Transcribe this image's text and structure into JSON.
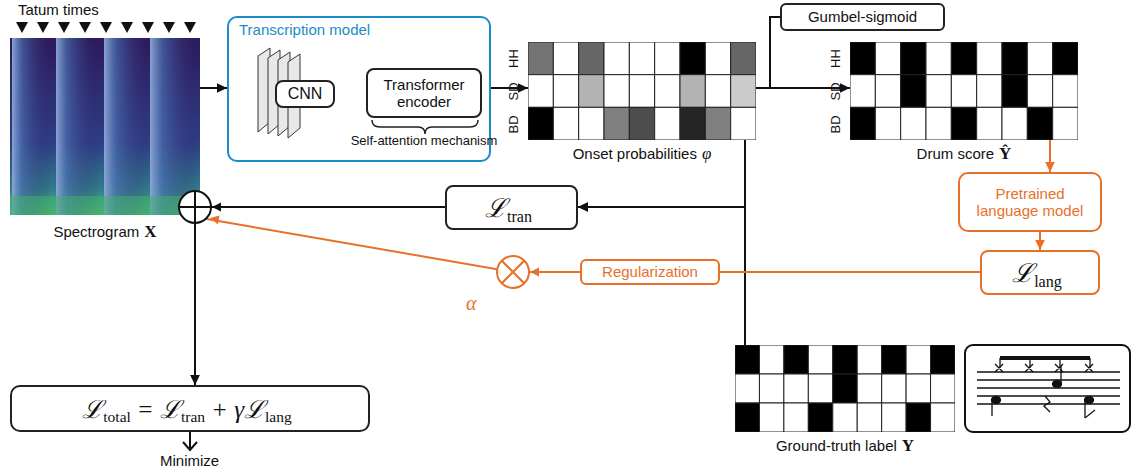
{
  "diagram": {
    "nodes": [
      {
        "text": [
          "Spectrogram",
          "X"
        ]
      },
      {
        "text": [
          "Transcription model"
        ]
      },
      {
        "text": [
          "CNN"
        ],
        "in": 1
      },
      {
        "text": [
          "Transformer encoder",
          "Self-attention mechanism"
        ],
        "in": 1
      },
      {
        "text": [
          "Onset probabilities",
          "φ"
        ]
      },
      {
        "text": [
          "Gumbel-sigmoid"
        ]
      },
      {
        "text": [
          "Drum score",
          "Ŷ"
        ]
      },
      {
        "text": [
          "Pretrained language model"
        ]
      },
      {
        "text": [
          "ℒ",
          "lang"
        ]
      },
      {
        "text": [
          "ℒ",
          "tran"
        ]
      },
      {
        "text": [
          "Regularization"
        ]
      },
      {
        "text": [
          "ℒ",
          "total",
          "= ℒ",
          "tran",
          "+ γℒ",
          "lang"
        ]
      },
      {
        "text": [
          "Ground-truth label",
          "Y"
        ]
      }
    ],
    "edges": [
      {
        "from": 0,
        "to": 1,
        "arrow": "to"
      },
      {
        "from": 1,
        "to": 4,
        "arrow": "to"
      },
      {
        "from": 4,
        "to": 6,
        "arrow": "to"
      },
      {
        "from": 6,
        "to": 7,
        "arrow": "to"
      },
      {
        "from": 7,
        "to": 8,
        "arrow": "to"
      },
      {
        "from": 4,
        "to": 9,
        "arrow": "to"
      },
      {
        "from": 12,
        "to": 9,
        "arrow": "to"
      },
      {
        "from": 8,
        "to": 10,
        "arrow": "none"
      },
      {
        "from": 10,
        "to": 11,
        "arrow": "to"
      },
      {
        "from": 9,
        "to": 11,
        "arrow": "to"
      }
    ],
    "labels": [
      "Tatum times",
      "HH",
      "SD",
      "BD",
      "HH",
      "SD",
      "BD",
      "α",
      "Minimize"
    ]
  }
}
